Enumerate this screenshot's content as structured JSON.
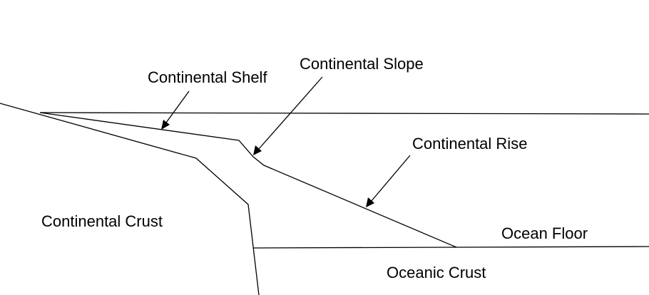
{
  "labels": {
    "continental_shelf": "Continental Shelf",
    "continental_slope": "Continental Slope",
    "continental_rise": "Continental Rise",
    "continental_crust": "Continental Crust",
    "ocean_floor": "Ocean Floor",
    "oceanic_crust": "Oceanic Crust"
  },
  "colors": {
    "line": "#000000",
    "background": "#ffffff"
  }
}
